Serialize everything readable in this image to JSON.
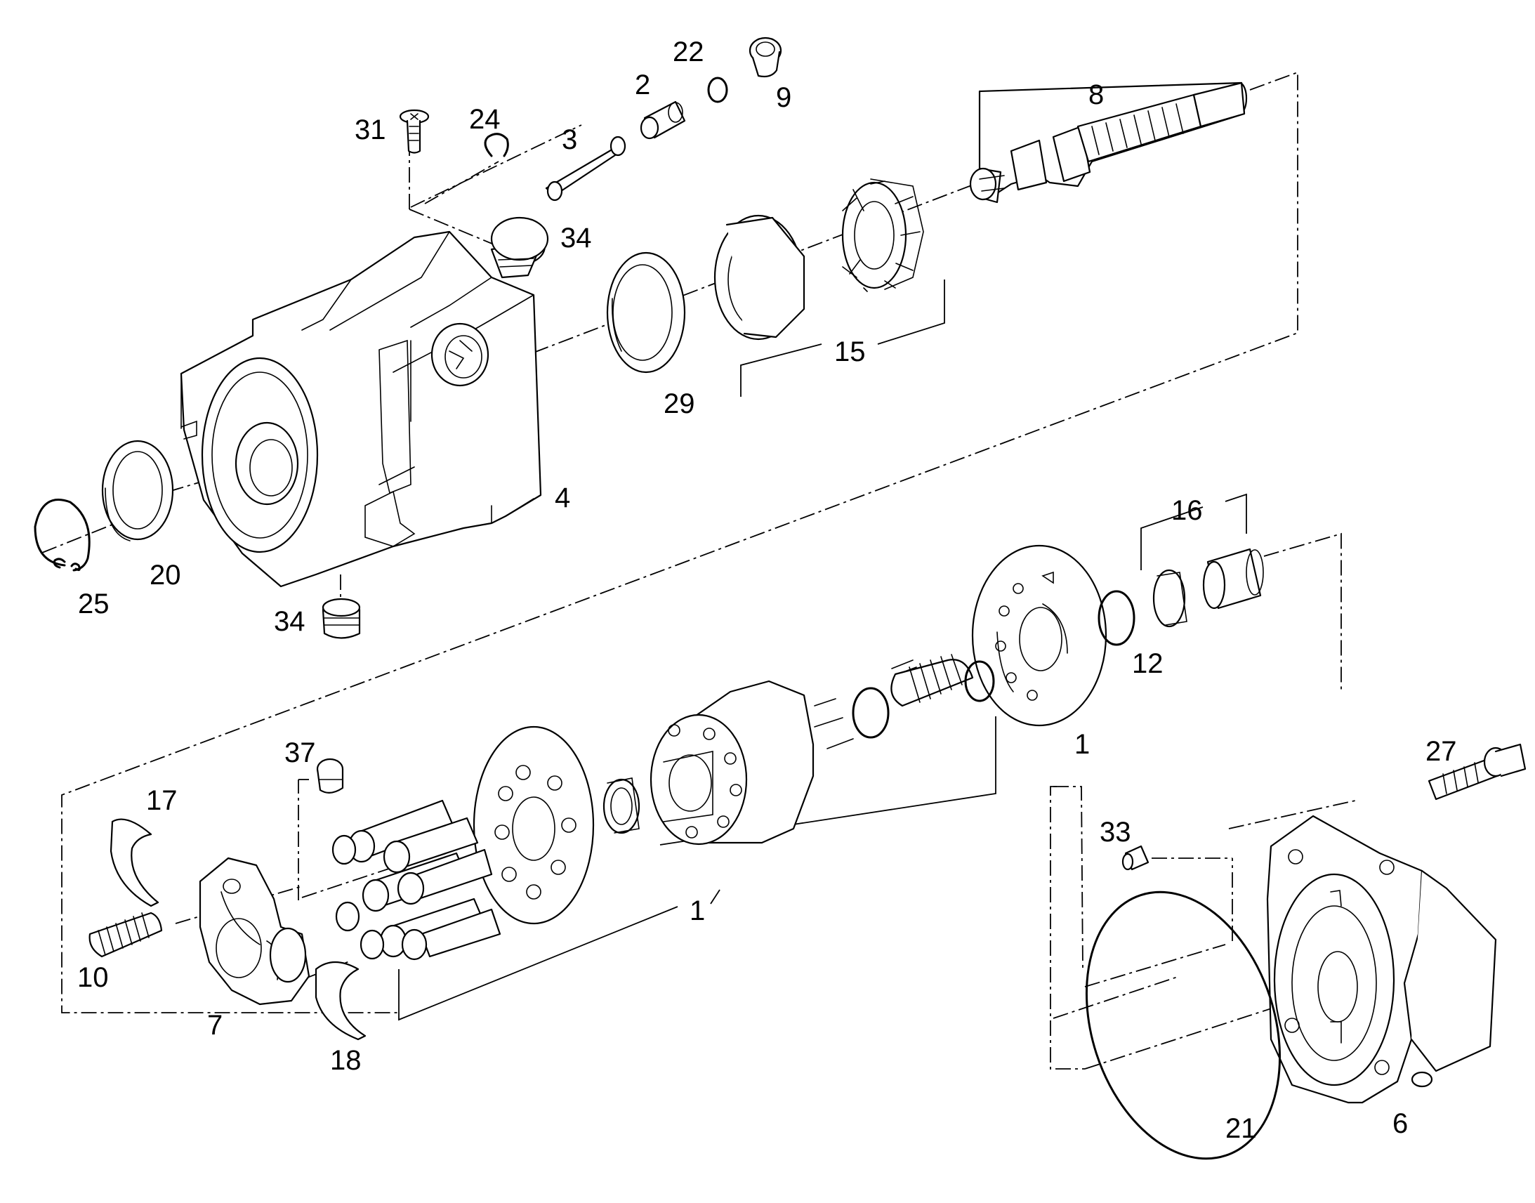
{
  "labels": {
    "l31": "31",
    "l24": "24",
    "l3": "3",
    "l2": "2",
    "l22": "22",
    "l9": "9",
    "l8": "8",
    "l34_top": "34",
    "l15": "15",
    "l29": "29",
    "l4": "4",
    "l20": "20",
    "l25": "25",
    "l34_bottom": "34",
    "l16": "16",
    "l12": "12",
    "l1_right": "1",
    "l37": "37",
    "l17": "17",
    "l10": "10",
    "l7": "7",
    "l18": "18",
    "l1_bottom": "1",
    "l27": "27",
    "l33": "33",
    "l21": "21",
    "l6": "6"
  }
}
